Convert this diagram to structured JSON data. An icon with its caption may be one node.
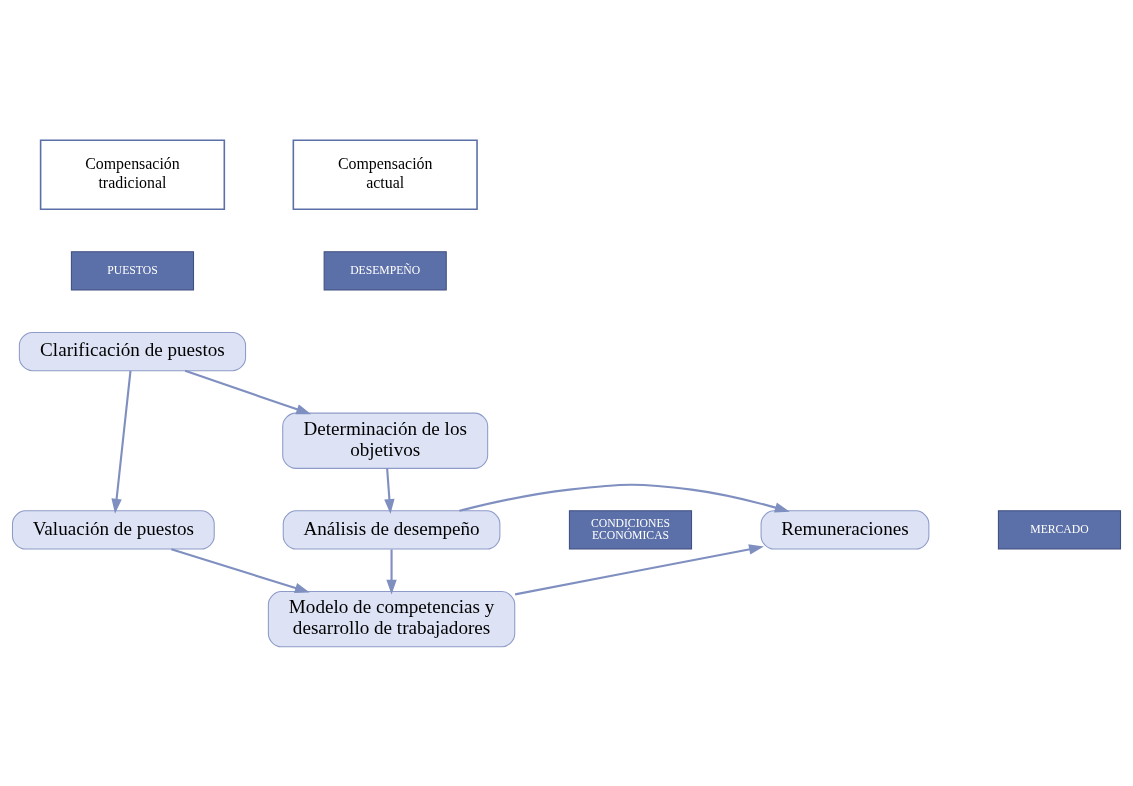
{
  "diagram": {
    "nodes": [
      {
        "text": [
          "Compensación tradicional"
        ]
      },
      {
        "text": [
          "Compensación actual"
        ]
      },
      {
        "text": [
          "PUESTOS"
        ]
      },
      {
        "text": [
          "DESEMPEÑO"
        ]
      },
      {
        "text": [
          "Clarificación de puestos"
        ]
      },
      {
        "text": [
          "Determinación de los objetivos"
        ]
      },
      {
        "text": [
          "Valuación de puestos"
        ]
      },
      {
        "text": [
          "Análisis de desempeño"
        ]
      },
      {
        "text": [
          "CONDICIONES ECONÓMICAS"
        ]
      },
      {
        "text": [
          "Remuneraciones"
        ]
      },
      {
        "text": [
          "MERCADO"
        ]
      },
      {
        "text": [
          "Modelo de competencias y desarrollo de trabajadores"
        ]
      }
    ],
    "edges": [
      {
        "from": 4,
        "to": 5,
        "arrow": "to"
      },
      {
        "from": 4,
        "to": 6,
        "arrow": "to"
      },
      {
        "from": 5,
        "to": 7,
        "arrow": "to"
      },
      {
        "from": 7,
        "to": 9,
        "arrow": "to"
      },
      {
        "from": 7,
        "to": 11,
        "arrow": "to"
      },
      {
        "from": 6,
        "to": 11,
        "arrow": "to"
      },
      {
        "from": 11,
        "to": 9,
        "arrow": "to"
      }
    ]
  }
}
